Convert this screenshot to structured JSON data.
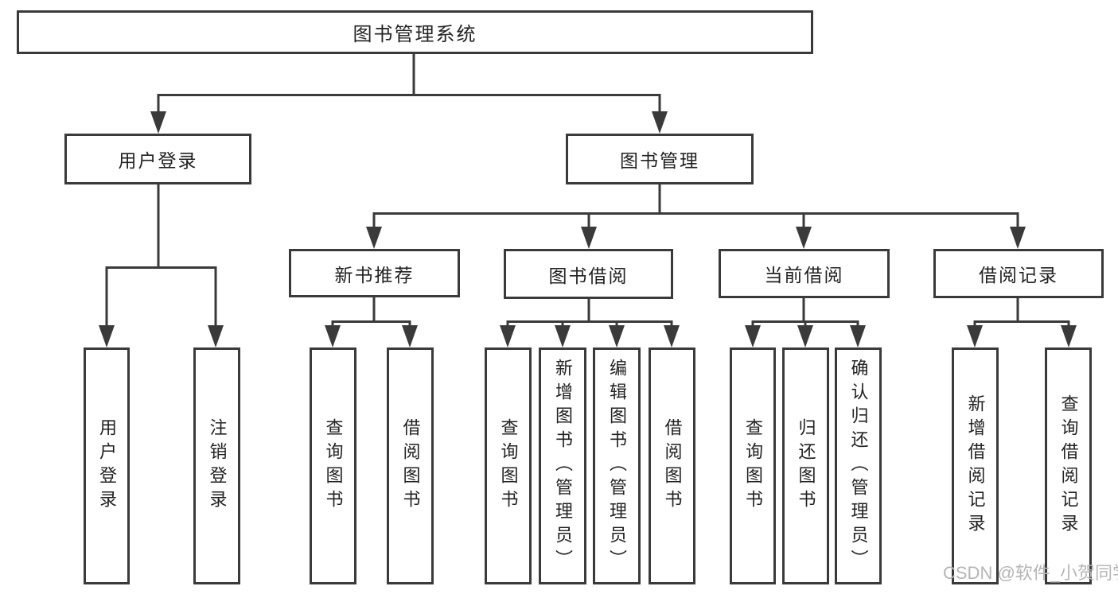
{
  "diagram": {
    "root": {
      "label": "图书管理系统"
    },
    "level2": [
      {
        "label": "用户登录"
      },
      {
        "label": "图书管理"
      }
    ],
    "level3": [
      {
        "label": "新书推荐"
      },
      {
        "label": "图书借阅"
      },
      {
        "label": "当前借阅"
      },
      {
        "label": "借阅记录"
      }
    ],
    "leaves": [
      {
        "label": "用户登录"
      },
      {
        "label": "注销登录"
      },
      {
        "label": "查询图书"
      },
      {
        "label": "借阅图书"
      },
      {
        "label": "查询图书"
      },
      {
        "label": "新增图书（管理员）"
      },
      {
        "label": "编辑图书（管理员）"
      },
      {
        "label": "借阅图书"
      },
      {
        "label": "查询图书"
      },
      {
        "label": "归还图书"
      },
      {
        "label": "确认归还（管理员）"
      },
      {
        "label": "新增借阅记录"
      },
      {
        "label": "查询借阅记录"
      }
    ]
  },
  "watermark": {
    "text": "CSDN @软件_小贺同学"
  },
  "colors": {
    "line": "#3a3a3a",
    "text": "#222222",
    "background": "#ffffff",
    "watermark": "#b5b5b5"
  }
}
